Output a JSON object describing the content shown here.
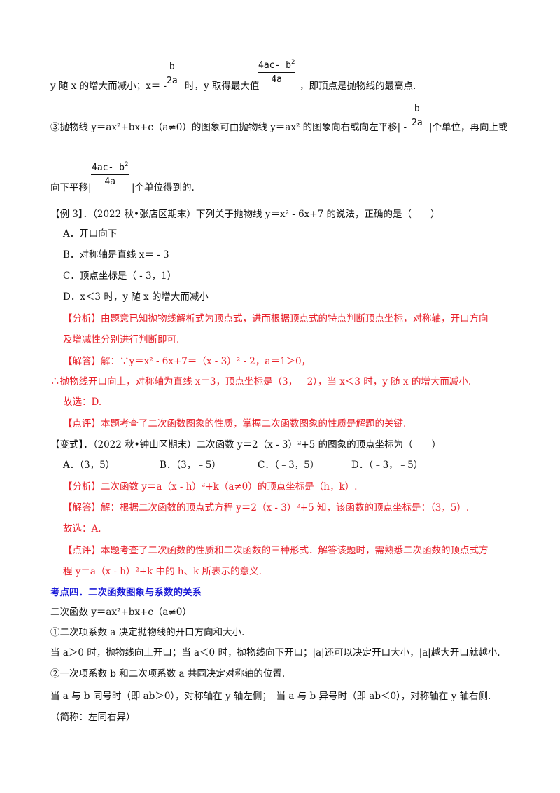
{
  "frac_b_2a": {
    "num": "b",
    "den": "2a"
  },
  "frac_4ac": {
    "num": "4ac- b",
    "exp": "2",
    "den": "4a"
  },
  "text": {
    "l1_a": "y 随 x 的增大而减小；x＝ -",
    "l1_b": "时，y 取得最大值",
    "l1_c": "，即顶点是抛物线的最高点.",
    "l2": "③抛物线 y＝ax²+bx+c（a≠0）的图象可由抛物线 y＝ax² 的图象向右或向左平移| -",
    "l2_b": "|个单位，再向上或",
    "l3_a": "向下平移|",
    "l3_b": "|个单位得到的.",
    "ex3": "【例 3】．（2022 秋•张店区期末）下列关于抛物线 y＝x² - 6x+7 的说法，正确的是（　　）",
    "ex3_A": "A．开口向下",
    "ex3_B": "B．对称轴是直线 x＝ - 3",
    "ex3_C": "C．顶点坐标是（ - 3，1）",
    "ex3_D": "D．x＜3 时，y 随 x 的增大而减小",
    "ex3_an1": "【分析】由题意已知抛物线解析式为顶点式，进而根据顶点式的特点判断顶点坐标，对称轴，开口方向",
    "ex3_an2": "及增减性分别进行判断即可.",
    "ex3_sol1": "【解答】解：∵y＝x² - 6x+7＝（x - 3）² - 2，a＝1＞0，",
    "ex3_sol2": "∴抛物线开口向上，对称轴为直线 x＝3，顶点坐标是（3，﹣2），当 x＜3 时，y 随 x 的增大而减小.",
    "ex3_sol3": "故选：D.",
    "ex3_rev": "【点评】本题考查了二次函数图象的性质，掌握二次函数图象的性质是解题的关键.",
    "var": "【变式】．（2022 秋•钟山区期末）二次函数 y＝2（x - 3）²+5 的图象的顶点坐标为（　　）",
    "var_A": "A．（3，5）",
    "var_B": "B．（3，﹣5）",
    "var_C": "C．（﹣3，5）",
    "var_D": "D．（﹣3，﹣5）",
    "var_an": "【分析】二次函数 y＝a（x - h）²+k（a≠0）的顶点坐标是（h，k）.",
    "var_sol1": "【解答】解：根据二次函数的顶点式方程 y＝2（x - 3）²+5 知，该函数的顶点坐标是：（3，5）.",
    "var_sol2": "故选：A.",
    "var_rev1": "【点评】本题考查了二次函数的性质和二次函数的三种形式．解答该题时，需熟悉二次函数的顶点式方",
    "var_rev2": "程 y＝a（x - h）²+k 中的 h、k 所表示的意义.",
    "kp4": "考点四．二次函数图象与系数的关系",
    "kp4_1": "二次函数 y＝ax²+bx+c（a≠0）",
    "kp4_2": "①二次项系数 a 决定抛物线的开口方向和大小.",
    "kp4_3": "当 a＞0 时，抛物线向上开口；当 a＜0 时，抛物线向下开口；|a|还可以决定开口大小，|a|越大开口就越小.",
    "kp4_4": "②一次项系数 b 和二次项系数 a 共同决定对称轴的位置.",
    "kp4_5": "当 a 与 b 同号时（即 ab＞0），对称轴在 y 轴左侧；　当 a 与 b 异号时（即 ab＜0），对称轴在 y 轴右侧.",
    "kp4_6": "（简称：左同右异）"
  }
}
